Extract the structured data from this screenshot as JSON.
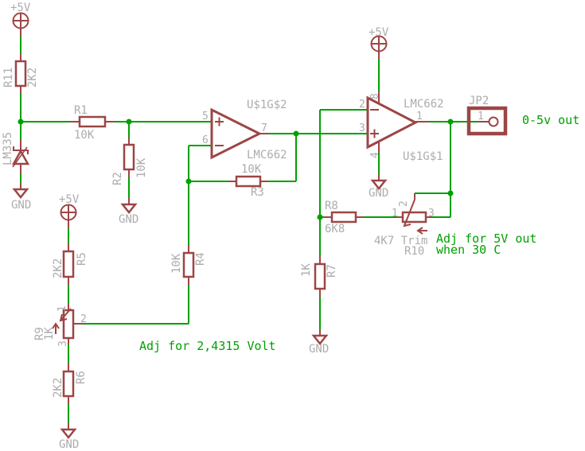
{
  "colors": {
    "wire_green": "#00a000",
    "symbol_red": "#9d4545",
    "label_gray": "#acacac",
    "annotation_green": "#00a000",
    "background": "#ffffff"
  },
  "power": {
    "vcc": "+5V",
    "gnd": "GND"
  },
  "components": {
    "r11": {
      "name": "R11",
      "value": "2K2"
    },
    "r1": {
      "name": "R1",
      "value": "10K"
    },
    "r2": {
      "name": "R2",
      "value": "10K"
    },
    "r3": {
      "name": "R3",
      "value": "10K"
    },
    "r4": {
      "name": "R4",
      "value": "10K"
    },
    "r5": {
      "name": "R5",
      "value": "2K2"
    },
    "r6": {
      "name": "R6",
      "value": "2K2"
    },
    "r7": {
      "name": "R7",
      "value": "1K"
    },
    "r8": {
      "name": "R8",
      "value": "6K8"
    },
    "r9": {
      "name": "R9",
      "value": "1K"
    },
    "r10": {
      "name": "R10",
      "value": "4K7 Trim"
    },
    "sensor": {
      "name": "LM335"
    },
    "opamp1": {
      "name": "U$1G$2",
      "part": "LMC662",
      "pin_noninv": "5",
      "pin_inv": "6",
      "pin_out": "7"
    },
    "opamp2": {
      "name": "U$1G$1",
      "part": "LMC662",
      "pin_inv": "2",
      "pin_noninv": "3",
      "pin_out": "1",
      "pin_vcc": "8",
      "pin_gnd": "4"
    },
    "jp2": {
      "name": "JP2",
      "pin1": "1"
    }
  },
  "trimmer_pins": {
    "p1": "1",
    "p2": "2",
    "p3": "3"
  },
  "annotations": {
    "output": "0-5v out",
    "adjust_ref": "Adj for 2,4315 Volt",
    "adjust_5v_line1": "Adj for 5V out",
    "adjust_5v_line2": "when 30 C"
  }
}
